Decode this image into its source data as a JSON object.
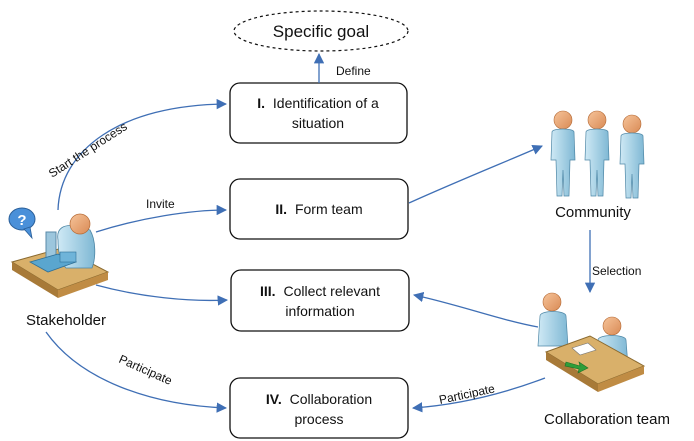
{
  "goal": {
    "text": "Specific goal"
  },
  "steps": [
    {
      "num": "I.",
      "line1": "Identification of a",
      "line2": "situation"
    },
    {
      "num": "II.",
      "line1": "Form team",
      "line2": ""
    },
    {
      "num": "III.",
      "line1": "Collect relevant",
      "line2": "information"
    },
    {
      "num": "IV.",
      "line1": "Collaboration",
      "line2": "process"
    }
  ],
  "actors": {
    "stakeholder": "Stakeholder",
    "community": "Community",
    "team": "Collaboration team"
  },
  "edges": {
    "define": "Define",
    "start": "Start the process",
    "invite": "Invite",
    "participate_left": "Participate",
    "selection": "Selection",
    "participate_right": "Participate"
  },
  "colors": {
    "arrow": "#3f6fb5",
    "box_border": "#111111",
    "skin": "#e8a070",
    "body": "#a9d6ea",
    "desk": "#c69a52",
    "speech_bubble": "#4a90d9",
    "green_arrow": "#2e9e3a"
  },
  "icons": {
    "stakeholder": "person-at-desk-with-question-icon",
    "community": "three-people-icon",
    "team": "two-people-at-table-icon"
  }
}
